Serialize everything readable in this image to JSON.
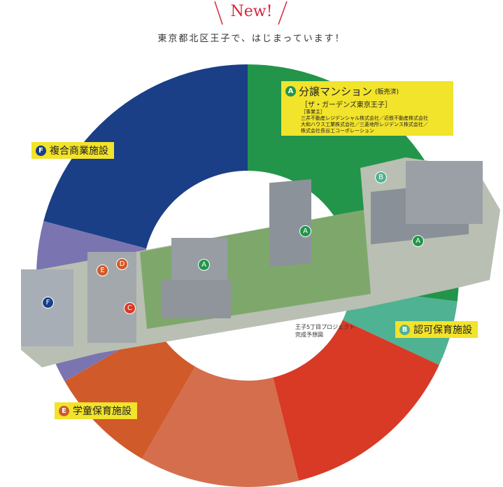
{
  "header": {
    "badge": "New!",
    "subtitle": "東京都北区王子で、はじまっています！"
  },
  "colors": {
    "accent": "#d7263d",
    "label_bg": "#f2e32b"
  },
  "segments": [
    {
      "id": "A",
      "color": "#22954a",
      "start": 0,
      "end": 97
    },
    {
      "id": "B",
      "color": "#4fb293",
      "start": 97,
      "end": 115
    },
    {
      "id": "red",
      "color": "#d83a26",
      "start": 115,
      "end": 166
    },
    {
      "id": "light-orange",
      "color": "#d46e4d",
      "start": 166,
      "end": 210
    },
    {
      "id": "E",
      "color": "#d05a2a",
      "start": 210,
      "end": 240
    },
    {
      "id": "purple",
      "color": "#7a75b0",
      "start": 240,
      "end": 285
    },
    {
      "id": "F",
      "color": "#1a3f86",
      "start": 285,
      "end": 360
    }
  ],
  "labels": {
    "A": {
      "letter": "A",
      "title": "分譲マンション",
      "note": "(販売済)",
      "name": "［ザ・ガーデンズ東京王子］",
      "org_head": "［事業主］",
      "orgs": [
        "三井不動産レジデンシャル株式会社／近鉄不動産株式会社",
        "大和ハウス工業株式会社／三菱地所レジデンス株式会社／",
        "株式会社長谷工コーポレーション"
      ]
    },
    "B": {
      "letter": "B",
      "title": "認可保育施設"
    },
    "E": {
      "letter": "E",
      "title": "学童保育施設"
    },
    "F": {
      "letter": "F",
      "title": "複合商業施設"
    }
  },
  "map_markers": [
    "A",
    "A",
    "A",
    "B",
    "C",
    "D",
    "E",
    "F"
  ],
  "caption": [
    "王子5丁目プロジェクト",
    "完成予想図"
  ]
}
